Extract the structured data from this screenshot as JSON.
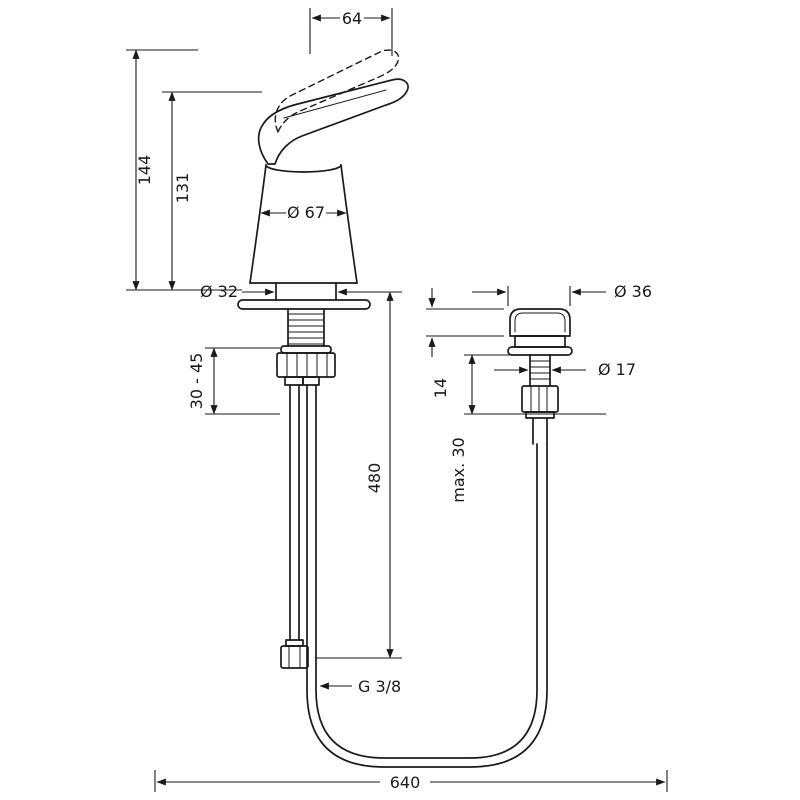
{
  "drawing": {
    "type": "technical-dimension-drawing",
    "subject": "single-lever basin mixer faucet with supply hose and pop-up knob",
    "colors": {
      "line": "#1a1a1a",
      "background": "#ffffff"
    },
    "dims": {
      "handle_width": "64",
      "overall_height": "144",
      "height_to_handle": "131",
      "body_diameter": "Ø 67",
      "neck_diameter": "Ø 32",
      "deck_thickness_range": "30 - 45",
      "hose_length": "480",
      "knob_diameter": "Ø 36",
      "knob_shank_diameter": "Ø 17",
      "knob_height": "14",
      "max_deck_thickness": "max. 30",
      "thread_size": "G 3/8",
      "hose_span": "640"
    }
  }
}
